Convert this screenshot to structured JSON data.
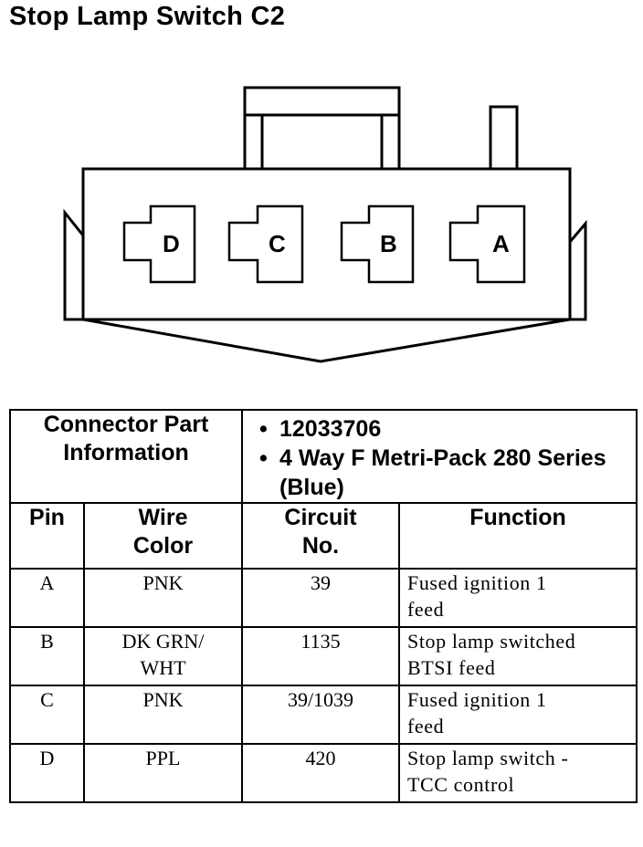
{
  "title": "Stop Lamp Switch C2",
  "connector": {
    "cavities": [
      "D",
      "C",
      "B",
      "A"
    ]
  },
  "part_info": {
    "label_line1": "Connector Part",
    "label_line2": "Information",
    "bullet": "•",
    "items": [
      "12033706",
      "4 Way F Metri-Pack 280 Series (Blue)"
    ]
  },
  "table": {
    "headers": {
      "pin": "Pin",
      "wire_line1": "Wire",
      "wire_line2": "Color",
      "circuit_line1": "Circuit",
      "circuit_line2": "No.",
      "function": "Function"
    },
    "rows": [
      {
        "pin": "A",
        "color_line1": "PNK",
        "color_line2": "",
        "circuit": "39",
        "func_line1": "Fused ignition 1",
        "func_line2": "feed"
      },
      {
        "pin": "B",
        "color_line1": "DK GRN/",
        "color_line2": "WHT",
        "circuit": "1135",
        "func_line1": "Stop lamp switched",
        "func_line2": "BTSI feed"
      },
      {
        "pin": "C",
        "color_line1": "PNK",
        "color_line2": "",
        "circuit": "39/1039",
        "func_line1": "Fused ignition 1",
        "func_line2": "feed"
      },
      {
        "pin": "D",
        "color_line1": "PPL",
        "color_line2": "",
        "circuit": "420",
        "func_line1": "Stop lamp switch -",
        "func_line2": "TCC control"
      }
    ]
  }
}
